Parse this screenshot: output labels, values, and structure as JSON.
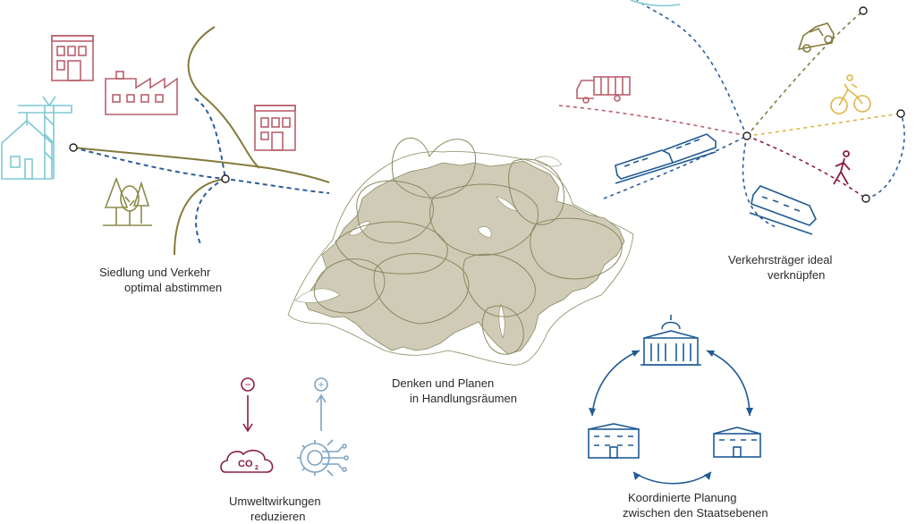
{
  "colors": {
    "map_fill": "#cfcbb6",
    "map_outline": "#8a8a62",
    "olive_line": "#857a3c",
    "blue_dashed": "#2a5d9a",
    "teal": "#7ecad3",
    "brick": "#b9606d",
    "dark_red": "#8b1e3f",
    "steel_blue": "#7da3c4",
    "navy": "#1f5a94",
    "yellow": "#e0b545",
    "green_olive": "#9a9a50"
  },
  "captions": {
    "siedlung": {
      "line1": "Siedlung und Verkehr",
      "line2": "optimal abstimmen"
    },
    "verkehr": {
      "line1": "Verkehrsträger ideal",
      "line2": "verknüpfen"
    },
    "denken": {
      "line1": "Denken und Planen",
      "line2": "in Handlungsräumen"
    },
    "umwelt": {
      "line1": "Umweltwirkungen",
      "line2": "reduzieren"
    },
    "koordiniert": {
      "line1": "Koordinierte Planung",
      "line2": "zwischen den Staatsebenen"
    }
  },
  "icons": {
    "co2_label": "CO",
    "co2_subscript": "2",
    "minus_symbol": "−",
    "plus_symbol": "+"
  }
}
